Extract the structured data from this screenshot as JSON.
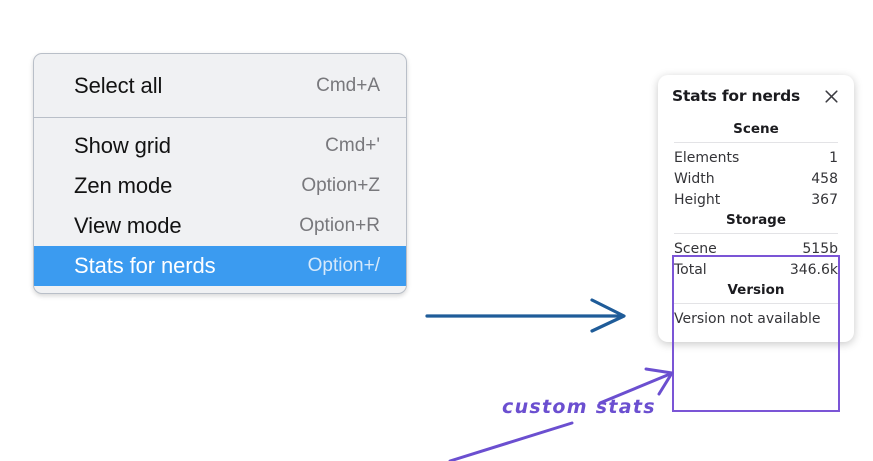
{
  "context_menu": {
    "groups": [
      {
        "items": [
          {
            "label": "Select all",
            "shortcut": "Cmd+A",
            "selected": false
          }
        ]
      },
      {
        "items": [
          {
            "label": "Show grid",
            "shortcut": "Cmd+'",
            "selected": false
          },
          {
            "label": "Zen mode",
            "shortcut": "Option+Z",
            "selected": false
          },
          {
            "label": "View mode",
            "shortcut": "Option+R",
            "selected": false
          },
          {
            "label": "Stats for nerds",
            "shortcut": "Option+/",
            "selected": true
          }
        ]
      }
    ],
    "selected_background": "#3b9bf0"
  },
  "stats_panel": {
    "title": "Stats for nerds",
    "close_icon": "close-icon",
    "sections": [
      {
        "heading": "Scene",
        "rows": [
          {
            "label": "Elements",
            "value": "1"
          },
          {
            "label": "Width",
            "value": "458"
          },
          {
            "label": "Height",
            "value": "367"
          }
        ]
      },
      {
        "heading": "Storage",
        "rows": [
          {
            "label": "Scene",
            "value": "515b"
          },
          {
            "label": "Total",
            "value": "346.6k"
          }
        ]
      },
      {
        "heading": "Version",
        "full_row": "Version not available"
      }
    ]
  },
  "annotations": {
    "custom_stats_label": "custom stats",
    "arrow_color_blue": "#1f5c99",
    "arrow_color_purple": "#6b4fd0",
    "highlight_color": "#7b55d6"
  }
}
